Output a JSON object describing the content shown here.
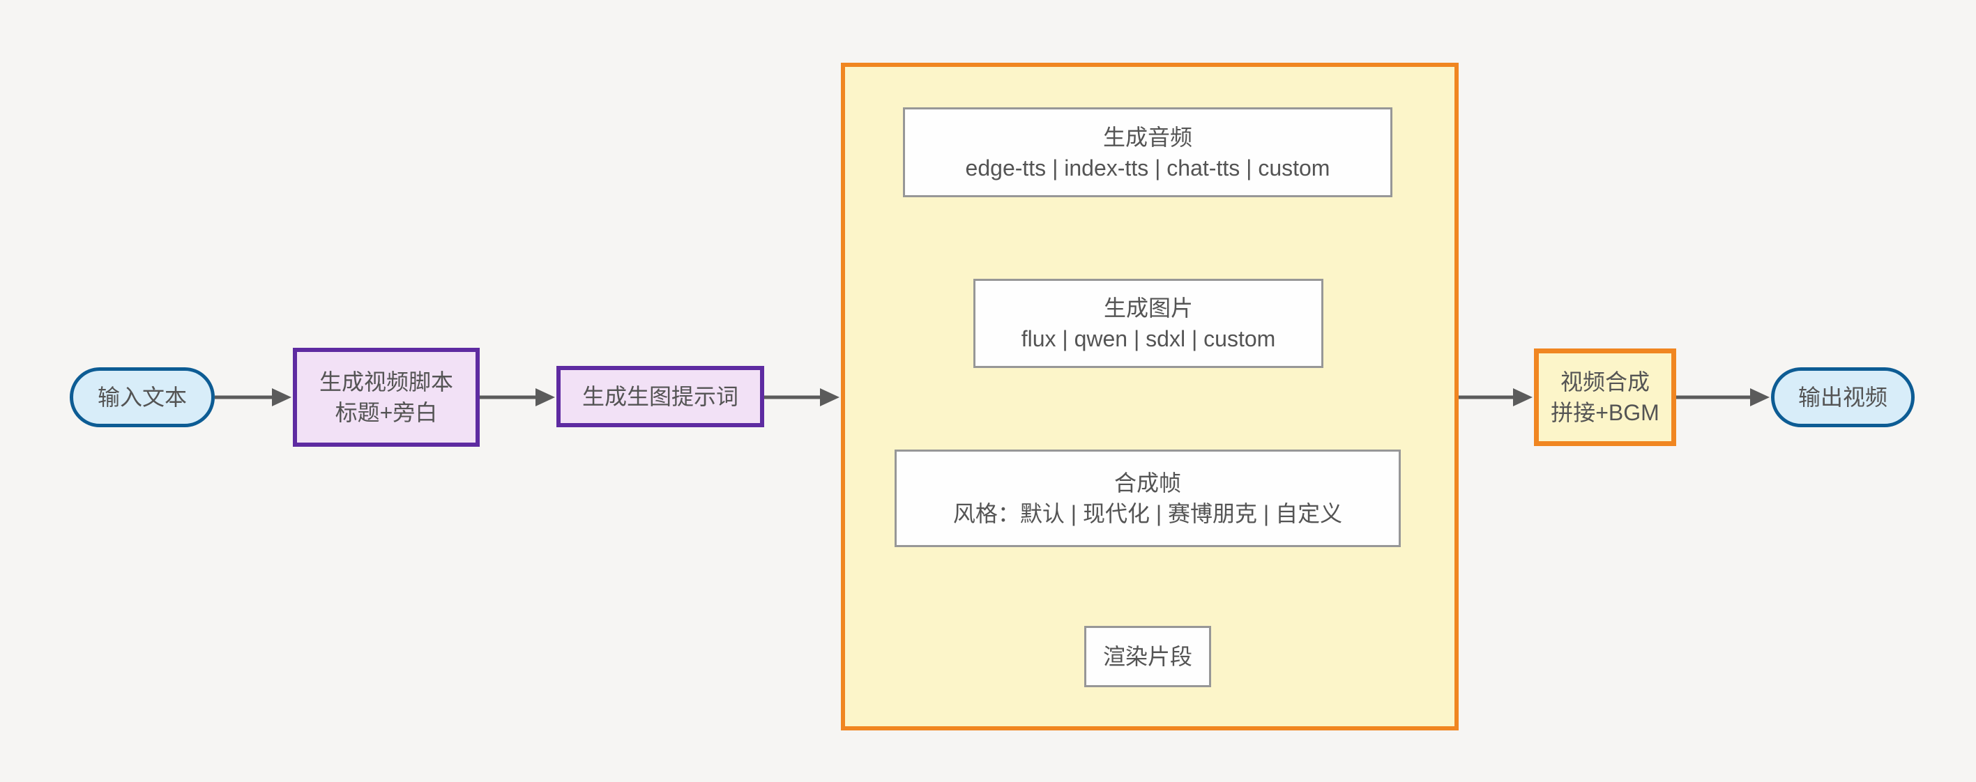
{
  "diagram": {
    "title": "text-to-video pipeline flowchart",
    "nodes": {
      "input": {
        "label": "输入文本"
      },
      "script": {
        "line1": "生成视频脚本",
        "line2": "标题+旁白"
      },
      "prompt": {
        "label": "生成生图提示词"
      },
      "audio": {
        "line1": "生成音频",
        "line2": "edge-tts | index-tts | chat-tts | custom"
      },
      "image": {
        "line1": "生成图片",
        "line2": "flux | qwen | sdxl | custom"
      },
      "frame": {
        "line1": "合成帧",
        "line2": "风格：默认 | 现代化 | 赛博朋克 | 自定义"
      },
      "render": {
        "label": "渲染片段"
      },
      "compose": {
        "line1": "视频合成",
        "line2": "拼接+BGM"
      },
      "output": {
        "label": "输出视频"
      }
    },
    "colors": {
      "background": "#F6F5F3",
      "terminal_fill": "#D8EDF9",
      "terminal_border": "#0D5C94",
      "process_fill": "#F2E1F6",
      "process_border": "#5E2BA1",
      "group_fill": "#FCF5C9",
      "group_border": "#F08621",
      "step_fill": "#FEFEFE",
      "step_border": "#979797",
      "arrow": "#5B5B5B",
      "text": "#545454"
    }
  }
}
